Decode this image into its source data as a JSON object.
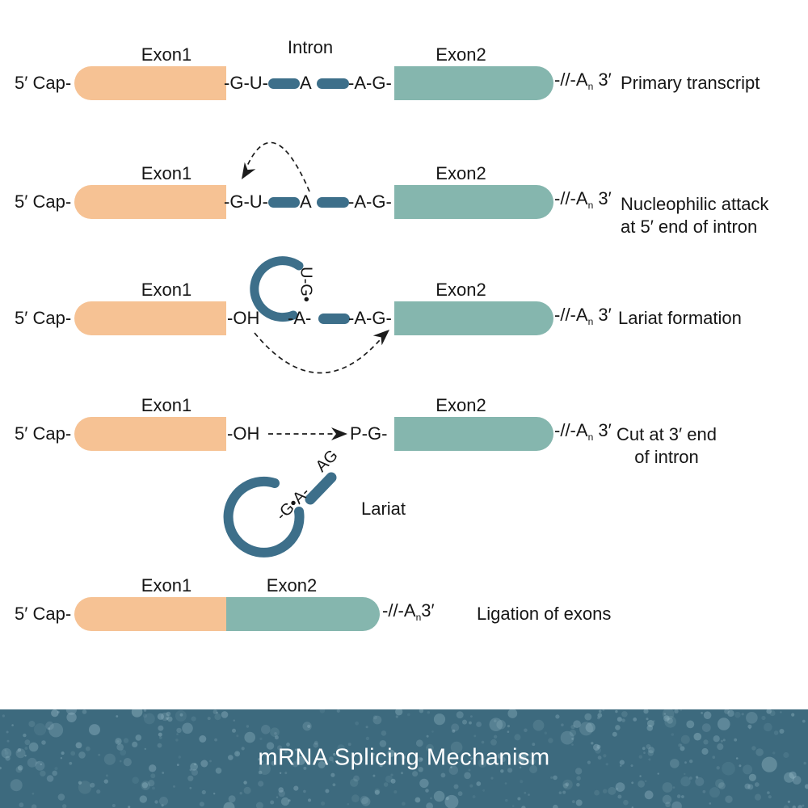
{
  "colors": {
    "exon1": "#f6c294",
    "exon2": "#85b6ae",
    "intron": "#3d6f8a",
    "banner_bg": "#3d6a7e",
    "banner_text": "#ffffff",
    "text": "#161616",
    "speckle": "#9fc0cc"
  },
  "shared": {
    "cap": "5′ Cap-",
    "exon1": "Exon1",
    "exon2": "Exon2",
    "splice_gu": "-G-U-",
    "branch_a": "A",
    "splice_ag": "-A-G-",
    "oh": "-OH",
    "tail_pre": "-//-A",
    "tail_sub": "n",
    "tail_post": " 3′",
    "tail_post_tight": "3′"
  },
  "row1": {
    "intron_label": "Intron",
    "caption": "Primary transcript"
  },
  "row2": {
    "caption_line1": "Nucleophilic attack",
    "caption_line2": "at 5′ end of intron"
  },
  "row3": {
    "branch_vertical": "U-G•",
    "branch_line": "-A-",
    "caption": "Lariat formation"
  },
  "row4": {
    "pg": "P-G-",
    "caption_line1": "Cut at 3′ end",
    "caption_line2": "of intron"
  },
  "lariat": {
    "bond_text": "-G•A-",
    "end_text": "AG",
    "label": "Lariat"
  },
  "row5": {
    "caption": "Ligation of exons"
  },
  "banner": {
    "title": "mRNA Splicing Mechanism"
  }
}
